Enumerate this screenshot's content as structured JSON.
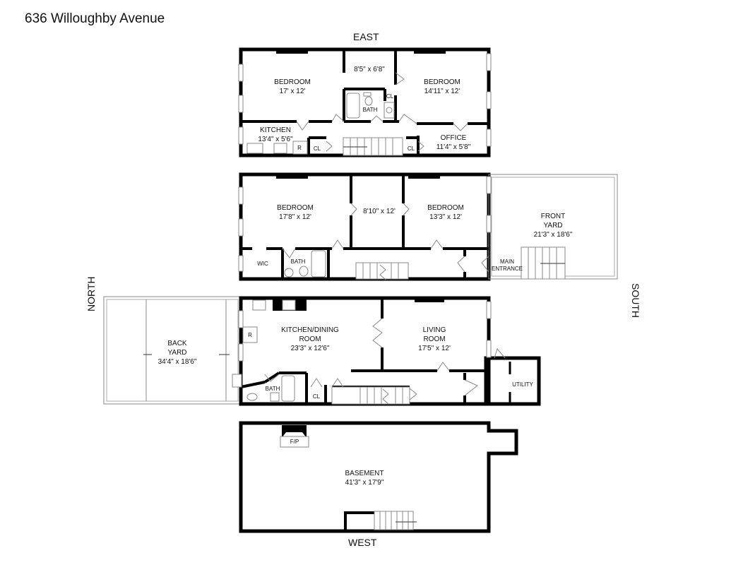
{
  "title": "636 Willoughby Avenue",
  "compass": {
    "east": "EAST",
    "west": "WEST",
    "north": "NORTH",
    "south": "SOUTH"
  },
  "floors": [
    {
      "name": "top-floor",
      "rooms": [
        {
          "name": "BEDROOM",
          "size": "17' x 12'"
        },
        {
          "name": "",
          "size": "8'5\" x 6'8\""
        },
        {
          "name": "BEDROOM",
          "size": "14'11\" x 12'"
        },
        {
          "name": "BATH"
        },
        {
          "name": "CL"
        },
        {
          "name": "KITCHEN",
          "size": "13'4\" x 5'6\""
        },
        {
          "name": "R"
        },
        {
          "name": "CL"
        },
        {
          "name": "CL"
        },
        {
          "name": "OFFICE",
          "size": "11'4\" x 5'8\""
        }
      ]
    },
    {
      "name": "second-floor",
      "rooms": [
        {
          "name": "BEDROOM",
          "size": "17'8\" x 12'"
        },
        {
          "name": "",
          "size": "8'10\" x 12'"
        },
        {
          "name": "BEDROOM",
          "size": "13'3\" x 12'"
        },
        {
          "name": "WIC"
        },
        {
          "name": "BATH"
        },
        {
          "name": "MAIN ENTRANCE"
        },
        {
          "name": "FRONT YARD",
          "size": "21'3\" x 18'6\""
        }
      ]
    },
    {
      "name": "parlor-floor",
      "rooms": [
        {
          "name": "BACK YARD",
          "size": "34'4\" x 18'6\""
        },
        {
          "name": "KITCHEN/DINING ROOM",
          "line1": "KITCHEN/DINING",
          "line2": "ROOM",
          "size": "23'3\" x 12'6\""
        },
        {
          "name": "LIVING ROOM",
          "line1": "LIVING",
          "line2": "ROOM",
          "size": "17'5\" x 12'"
        },
        {
          "name": "R"
        },
        {
          "name": "BATH"
        },
        {
          "name": "CL"
        },
        {
          "name": "UTILITY"
        }
      ]
    },
    {
      "name": "basement",
      "rooms": [
        {
          "name": "F/P"
        },
        {
          "name": "BASEMENT",
          "size": "41'3\" x 17'9\""
        }
      ]
    }
  ],
  "labels": {
    "front_yard_l1": "FRONT",
    "front_yard_l2": "YARD",
    "back_yard_l1": "BACK",
    "back_yard_l2": "YARD",
    "main_entrance_l1": "MAIN",
    "main_entrance_l2": "ENTRANCE"
  }
}
